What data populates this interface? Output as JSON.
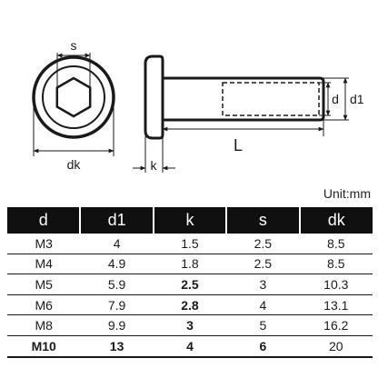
{
  "diagram": {
    "labels": {
      "s": "s",
      "dk": "dk",
      "k": "k",
      "L": "L",
      "d": "d",
      "d1": "d1"
    }
  },
  "unit_label": "Unit:mm",
  "table": {
    "headers": [
      "d",
      "d1",
      "k",
      "s",
      "dk"
    ],
    "rows": [
      {
        "cells": [
          "M3",
          "4",
          "1.5",
          "2.5",
          "8.5"
        ],
        "bold": [
          false,
          false,
          false,
          false,
          false
        ]
      },
      {
        "cells": [
          "M4",
          "4.9",
          "1.8",
          "2.5",
          "8.5"
        ],
        "bold": [
          false,
          false,
          false,
          false,
          false
        ]
      },
      {
        "cells": [
          "M5",
          "5.9",
          "2.5",
          "3",
          "10.3"
        ],
        "bold": [
          false,
          false,
          true,
          false,
          false
        ]
      },
      {
        "cells": [
          "M6",
          "7.9",
          "2.8",
          "4",
          "13.1"
        ],
        "bold": [
          false,
          false,
          true,
          false,
          false
        ]
      },
      {
        "cells": [
          "M8",
          "9.9",
          "3",
          "5",
          "16.2"
        ],
        "bold": [
          false,
          false,
          true,
          false,
          false
        ]
      },
      {
        "cells": [
          "M10",
          "13",
          "4",
          "6",
          "20"
        ],
        "bold": [
          true,
          true,
          true,
          true,
          false
        ]
      }
    ]
  }
}
